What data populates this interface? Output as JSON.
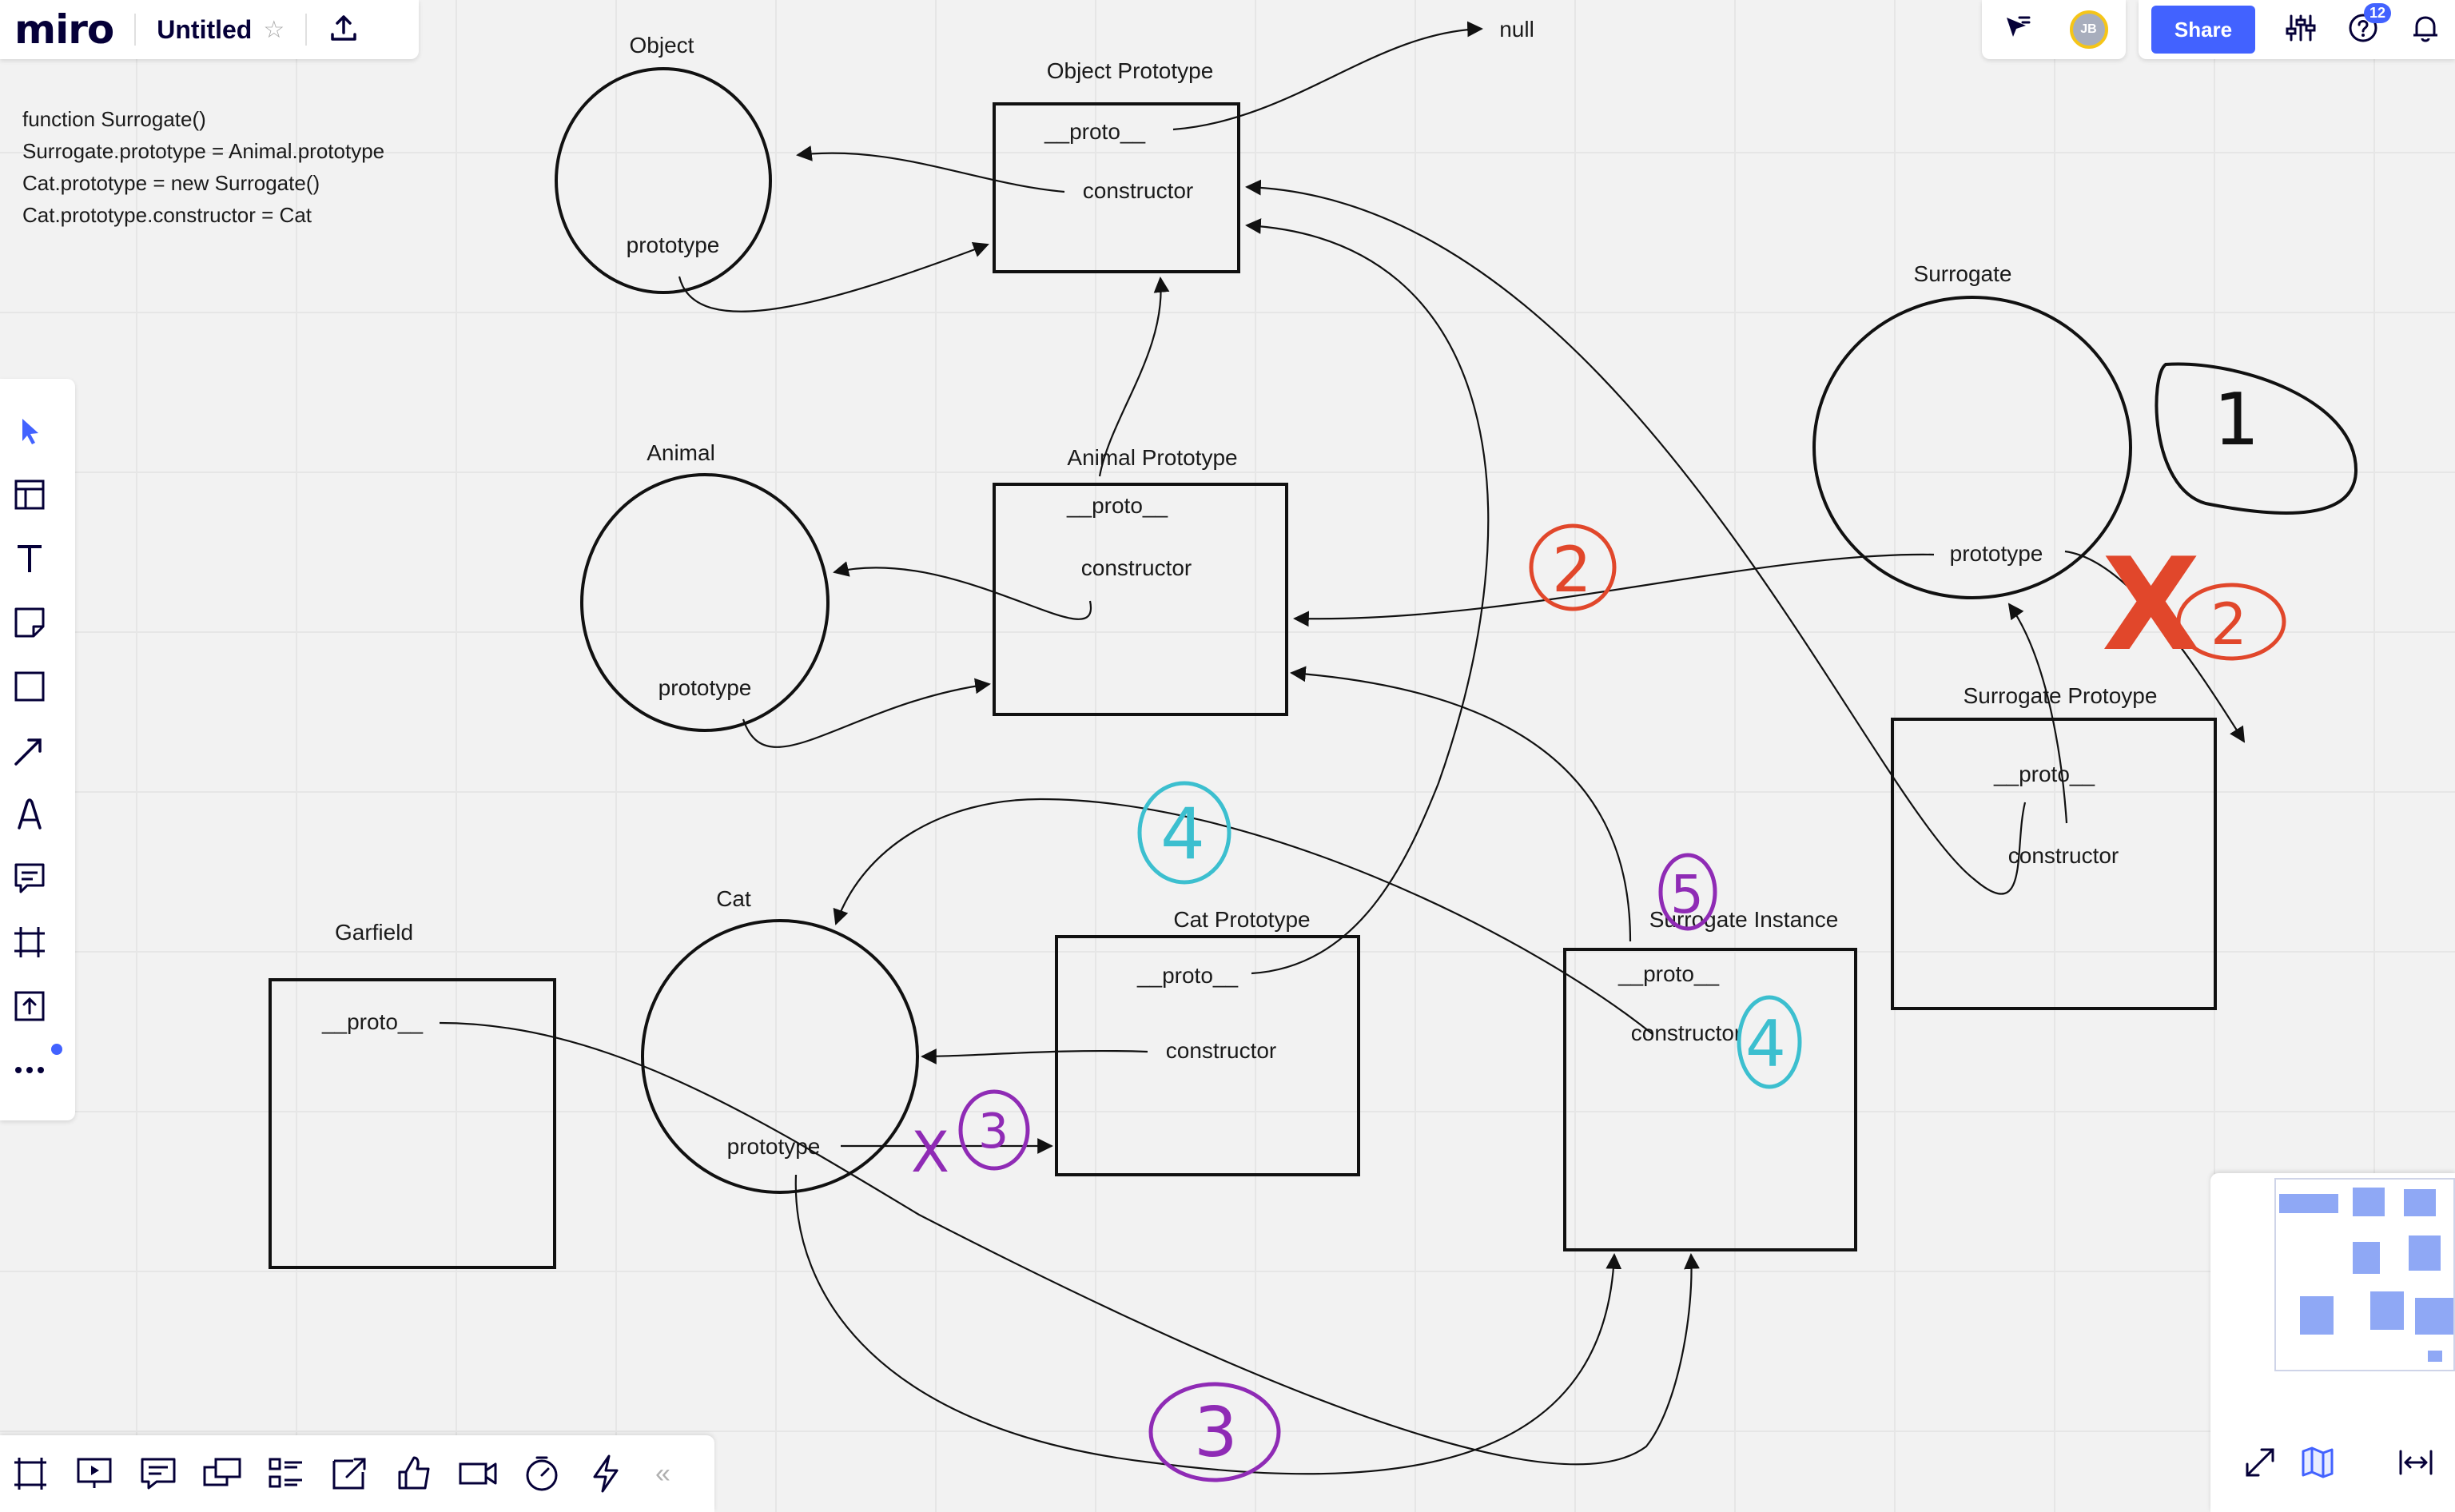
{
  "app": {
    "logo": "miro",
    "board_title": "Untitled",
    "share_label": "Share",
    "avatar_initials": "JB",
    "notifications_badge": "12",
    "accent_color": "#4262ff"
  },
  "code_note": {
    "lines": [
      "function Surrogate()",
      "Surrogate.prototype = Animal.prototype",
      "Cat.prototype = new Surrogate()",
      "Cat.prototype.constructor = Cat"
    ]
  },
  "diagram": {
    "titles": {
      "object": "Object",
      "object_prototype": "Object Prototype",
      "null": "null",
      "animal": "Animal",
      "animal_prototype": "Animal Prototype",
      "surrogate": "Surrogate",
      "surrogate_prototype": "Surrogate Protoype",
      "cat": "Cat",
      "cat_prototype": "Cat Prototype",
      "garfield": "Garfield",
      "surrogate_instance": "Surrogate Instance"
    },
    "fields": {
      "proto": "__proto__",
      "constructor": "constructor",
      "prototype": "prototype"
    },
    "annotations": {
      "step_one": "1",
      "step_two": "2",
      "step_three": "3",
      "step_four": "4",
      "step_five": "5",
      "cross_mark": "X",
      "colors": {
        "orange": "#e1472b",
        "purple": "#8f2bb5",
        "teal": "#3cbfcf",
        "ink": "#111111"
      }
    }
  },
  "toolbars": {
    "left": [
      "select-icon",
      "templates-icon",
      "text-icon",
      "sticky-note-icon",
      "shape-icon",
      "connection-line-icon",
      "pen-icon",
      "comment-icon",
      "frame-icon",
      "upload-icon",
      "more-icon"
    ],
    "bottom": [
      "frames-icon",
      "presentation-icon",
      "comments-icon",
      "video-chat-icon",
      "card-icon",
      "share-screen-icon",
      "voting-icon",
      "video-icon",
      "timer-icon",
      "apps-icon",
      "collapse-icon"
    ],
    "collapse_glyph": "«"
  }
}
